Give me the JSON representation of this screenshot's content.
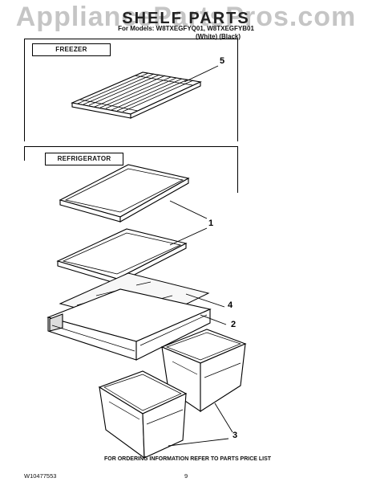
{
  "watermark": "AppliancePartsPros.com",
  "header": {
    "title": "SHELF PARTS",
    "models_line": "For Models: W8TXEGFYQ01, W8TXEGFYB01",
    "colors_line": "(White)                    (Black)"
  },
  "sections": {
    "freezer": "FREEZER",
    "refrigerator": "REFRIGERATOR"
  },
  "callouts": {
    "c5": "5",
    "c1": "1",
    "c4": "4",
    "c2": "2",
    "c3": "3"
  },
  "footer": {
    "doc_number": "W10477553",
    "notice": "FOR ORDERING INFORMATION REFER TO PARTS PRICE LIST",
    "page_number": "9"
  }
}
